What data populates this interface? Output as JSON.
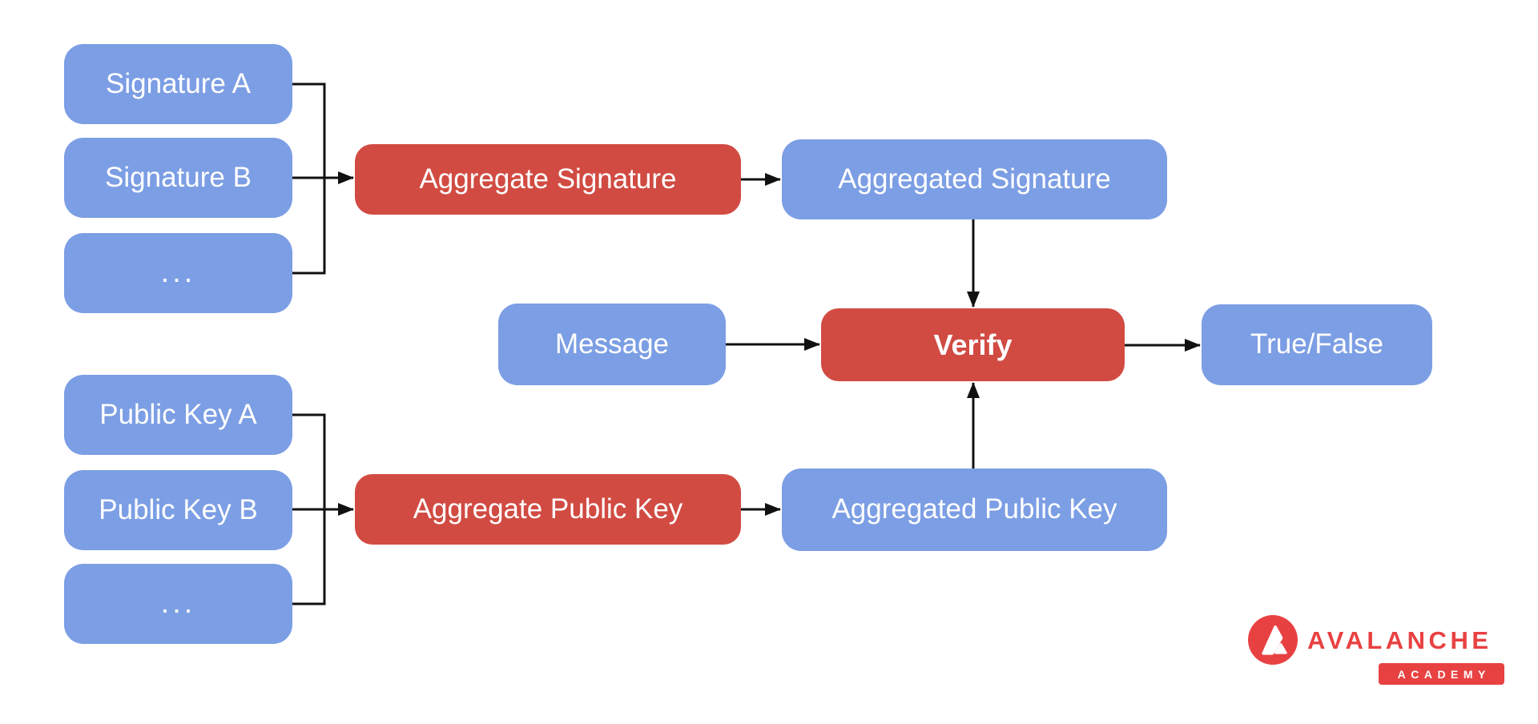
{
  "diagram": {
    "title_hint": "BLS signature aggregation and verification flow",
    "nodes": {
      "signature_a": {
        "label": "Signature A"
      },
      "signature_b": {
        "label": "Signature B"
      },
      "signature_more": {
        "label": "..."
      },
      "aggregate_signature": {
        "label": "Aggregate Signature"
      },
      "aggregated_signature": {
        "label": "Aggregated Signature"
      },
      "message": {
        "label": "Message"
      },
      "verify": {
        "label": "Verify"
      },
      "true_false": {
        "label": "True/False"
      },
      "public_key_a": {
        "label": "Public Key A"
      },
      "public_key_b": {
        "label": "Public Key B"
      },
      "public_key_more": {
        "label": "..."
      },
      "aggregate_public_key": {
        "label": "Aggregate Public Key"
      },
      "aggregated_public_key": {
        "label": "Aggregated Public Key"
      }
    },
    "edges": [
      "signature_a -> aggregate_signature",
      "signature_b -> aggregate_signature",
      "signature_more -> aggregate_signature",
      "aggregate_signature -> aggregated_signature",
      "aggregated_signature -> verify",
      "message -> verify",
      "public_key_a -> aggregate_public_key",
      "public_key_b -> aggregate_public_key",
      "public_key_more -> aggregate_public_key",
      "aggregate_public_key -> aggregated_public_key",
      "aggregated_public_key -> verify",
      "verify -> true_false"
    ],
    "colors": {
      "input_box_blue": "#7c9ee4",
      "operation_box_red": "#d14b42",
      "connector_black": "#111111",
      "brand_red": "#e84142",
      "text_white": "#ffffff",
      "background": "#ffffff"
    }
  },
  "branding": {
    "wordmark": "AVALANCHE",
    "badge": "ACADEMY"
  }
}
